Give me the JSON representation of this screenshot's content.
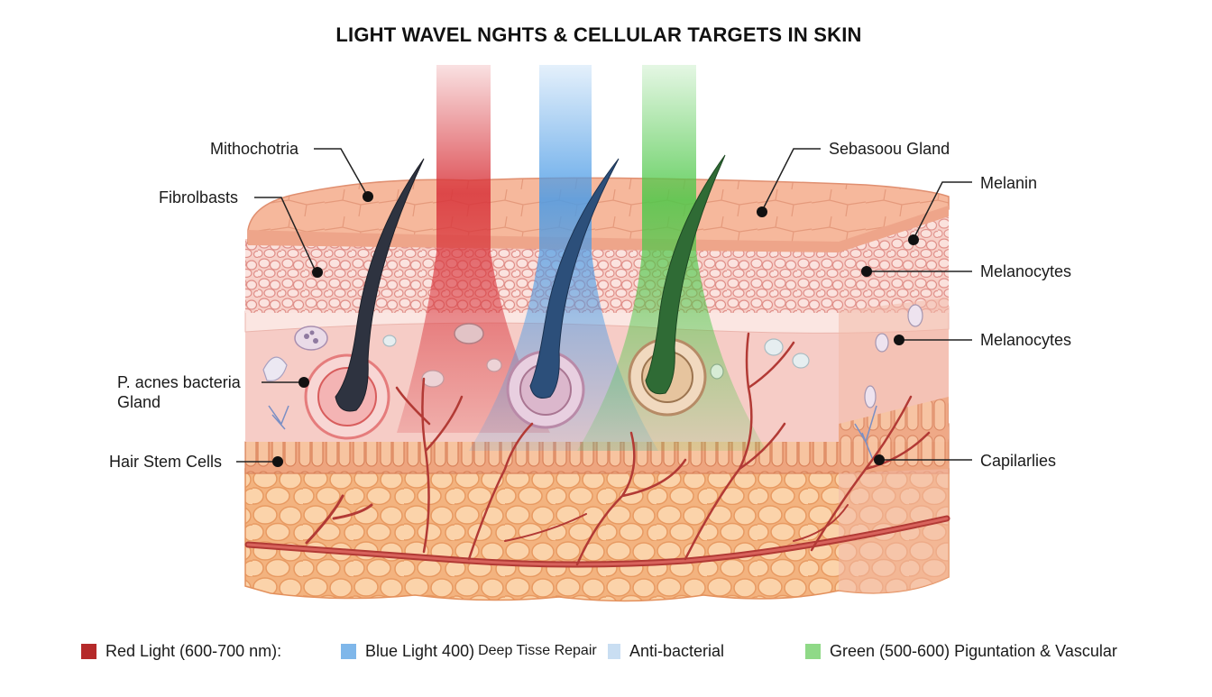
{
  "title": "LIGHT WAVEL NGHTS & CELLULAR TARGETS IN SKIN",
  "labels": {
    "mitochondria": "Mithochotria",
    "fibroblasts": "Fibrolbasts",
    "acnes_line1": "P. acnes bacteria",
    "acnes_line2": "Gland",
    "hair_stem": "Hair Stem Cells",
    "sebaceous": "Sebasoou Gland",
    "melanin": "Melanin",
    "melanocytes_1": "Melanocytes",
    "melanocytes_2": "Melanocytes",
    "capillaries": "Capilarlies"
  },
  "legend": {
    "red": {
      "text": "Red Light (600-700 nm):",
      "color": "#b52a2a"
    },
    "blue": {
      "text": "Blue Light 400)",
      "color": "#7fb7ea"
    },
    "blue_extra": "Deep Tisse Repair",
    "antibacterial": {
      "text": "Anti-bacterial",
      "color": "#c9def2"
    },
    "green": {
      "text": "Green (500-600) Piguntation & Vascular",
      "color": "#8fd987"
    }
  },
  "colors": {
    "red_beam": "#d8333a",
    "blue_beam": "#4d9ce6",
    "green_beam": "#4fc84a",
    "epidermis": "#f4b59a",
    "dermis": "#f6ccc6",
    "fat": "#f7c08f",
    "vessel": "#b23a35",
    "hair_dark": "#2e3340",
    "hair_blue": "#2c4f7a",
    "hair_green": "#2f6b35"
  }
}
